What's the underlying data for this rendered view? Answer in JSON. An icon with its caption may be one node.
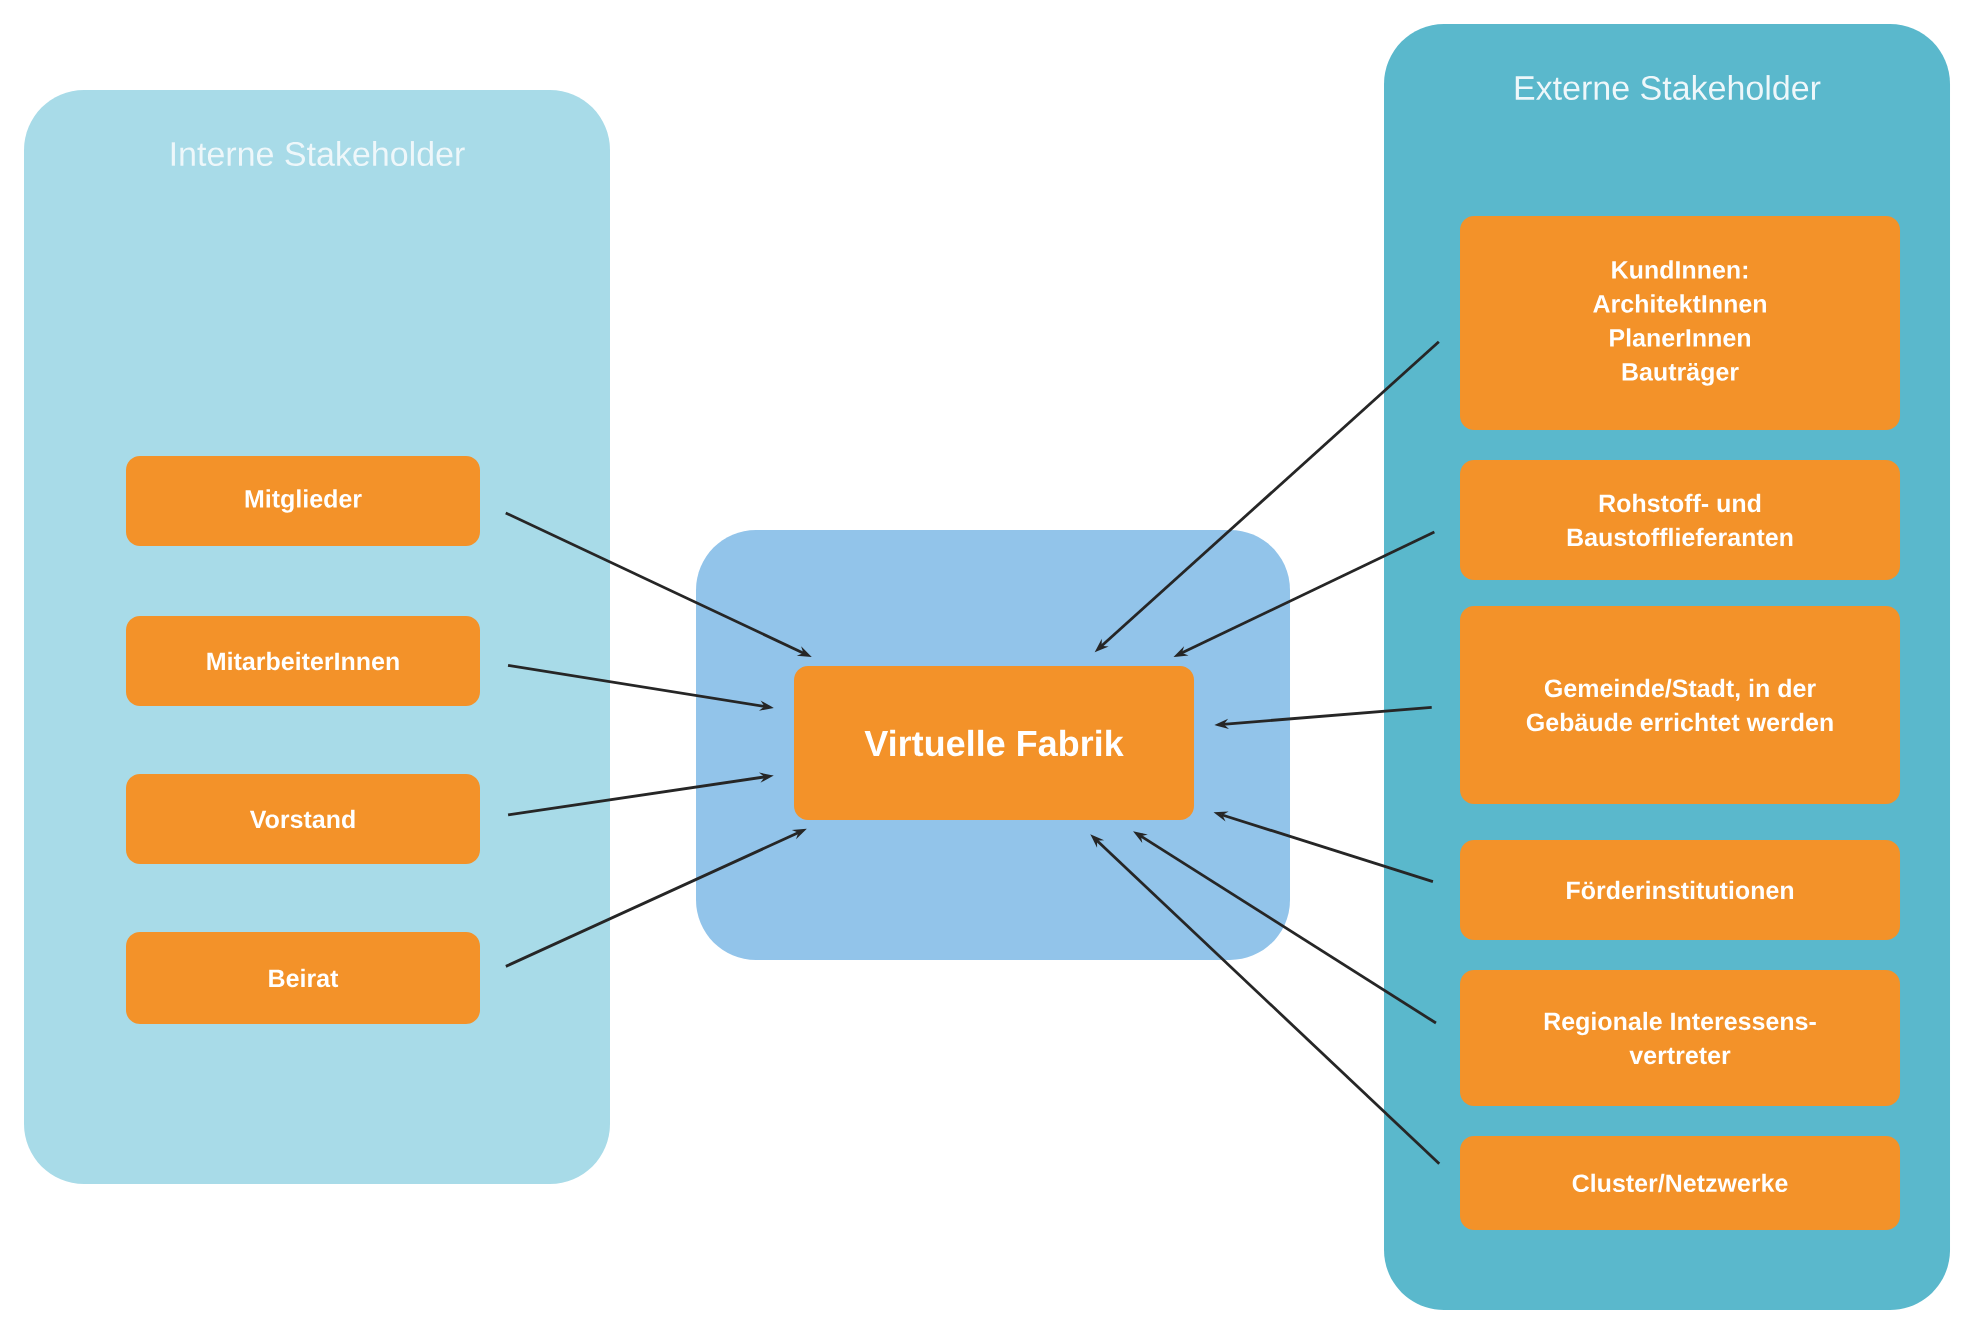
{
  "diagram": {
    "nodes": [
      {
        "text": [
          "Interne Stakeholder"
        ]
      },
      {
        "text": [
          "Mitglieder"
        ],
        "in": 0
      },
      {
        "text": [
          "MitarbeiterInnen"
        ],
        "in": 0
      },
      {
        "text": [
          "Vorstand"
        ],
        "in": 0
      },
      {
        "text": [
          "Beirat"
        ],
        "in": 0
      },
      {
        "text": [],
        "shape": "box"
      },
      {
        "text": [
          "Virtuelle Fabrik"
        ],
        "in": 5
      },
      {
        "text": [
          "Externe Stakeholder"
        ]
      },
      {
        "text": [
          "KundInnen: ArchitektInnen PlanerInnen Bauträger"
        ],
        "in": 7
      },
      {
        "text": [
          "Rohstoff- und Baustofflieferanten"
        ],
        "in": 7
      },
      {
        "text": [
          "Gemeinde/Stadt, in der Gebäude errichtet werden"
        ],
        "in": 7
      },
      {
        "text": [
          "Förderinstitutionen"
        ],
        "in": 7
      },
      {
        "text": [
          "Regionale Interessens- vertreter"
        ],
        "in": 7
      },
      {
        "text": [
          "Cluster/Netzwerke"
        ],
        "in": 7
      }
    ],
    "edges": [
      {
        "from": 1,
        "to": 6,
        "arrow": "to"
      },
      {
        "from": 2,
        "to": 6,
        "arrow": "to"
      },
      {
        "from": 3,
        "to": 6,
        "arrow": "to"
      },
      {
        "from": 4,
        "to": 6,
        "arrow": "to"
      },
      {
        "from": 8,
        "to": 6,
        "arrow": "to"
      },
      {
        "from": 9,
        "to": 6,
        "arrow": "to"
      },
      {
        "from": 10,
        "to": 6,
        "arrow": "to"
      },
      {
        "from": 11,
        "to": 6,
        "arrow": "to"
      },
      {
        "from": 12,
        "to": 6,
        "arrow": "to"
      },
      {
        "from": 13,
        "to": 6,
        "arrow": "to"
      }
    ]
  }
}
